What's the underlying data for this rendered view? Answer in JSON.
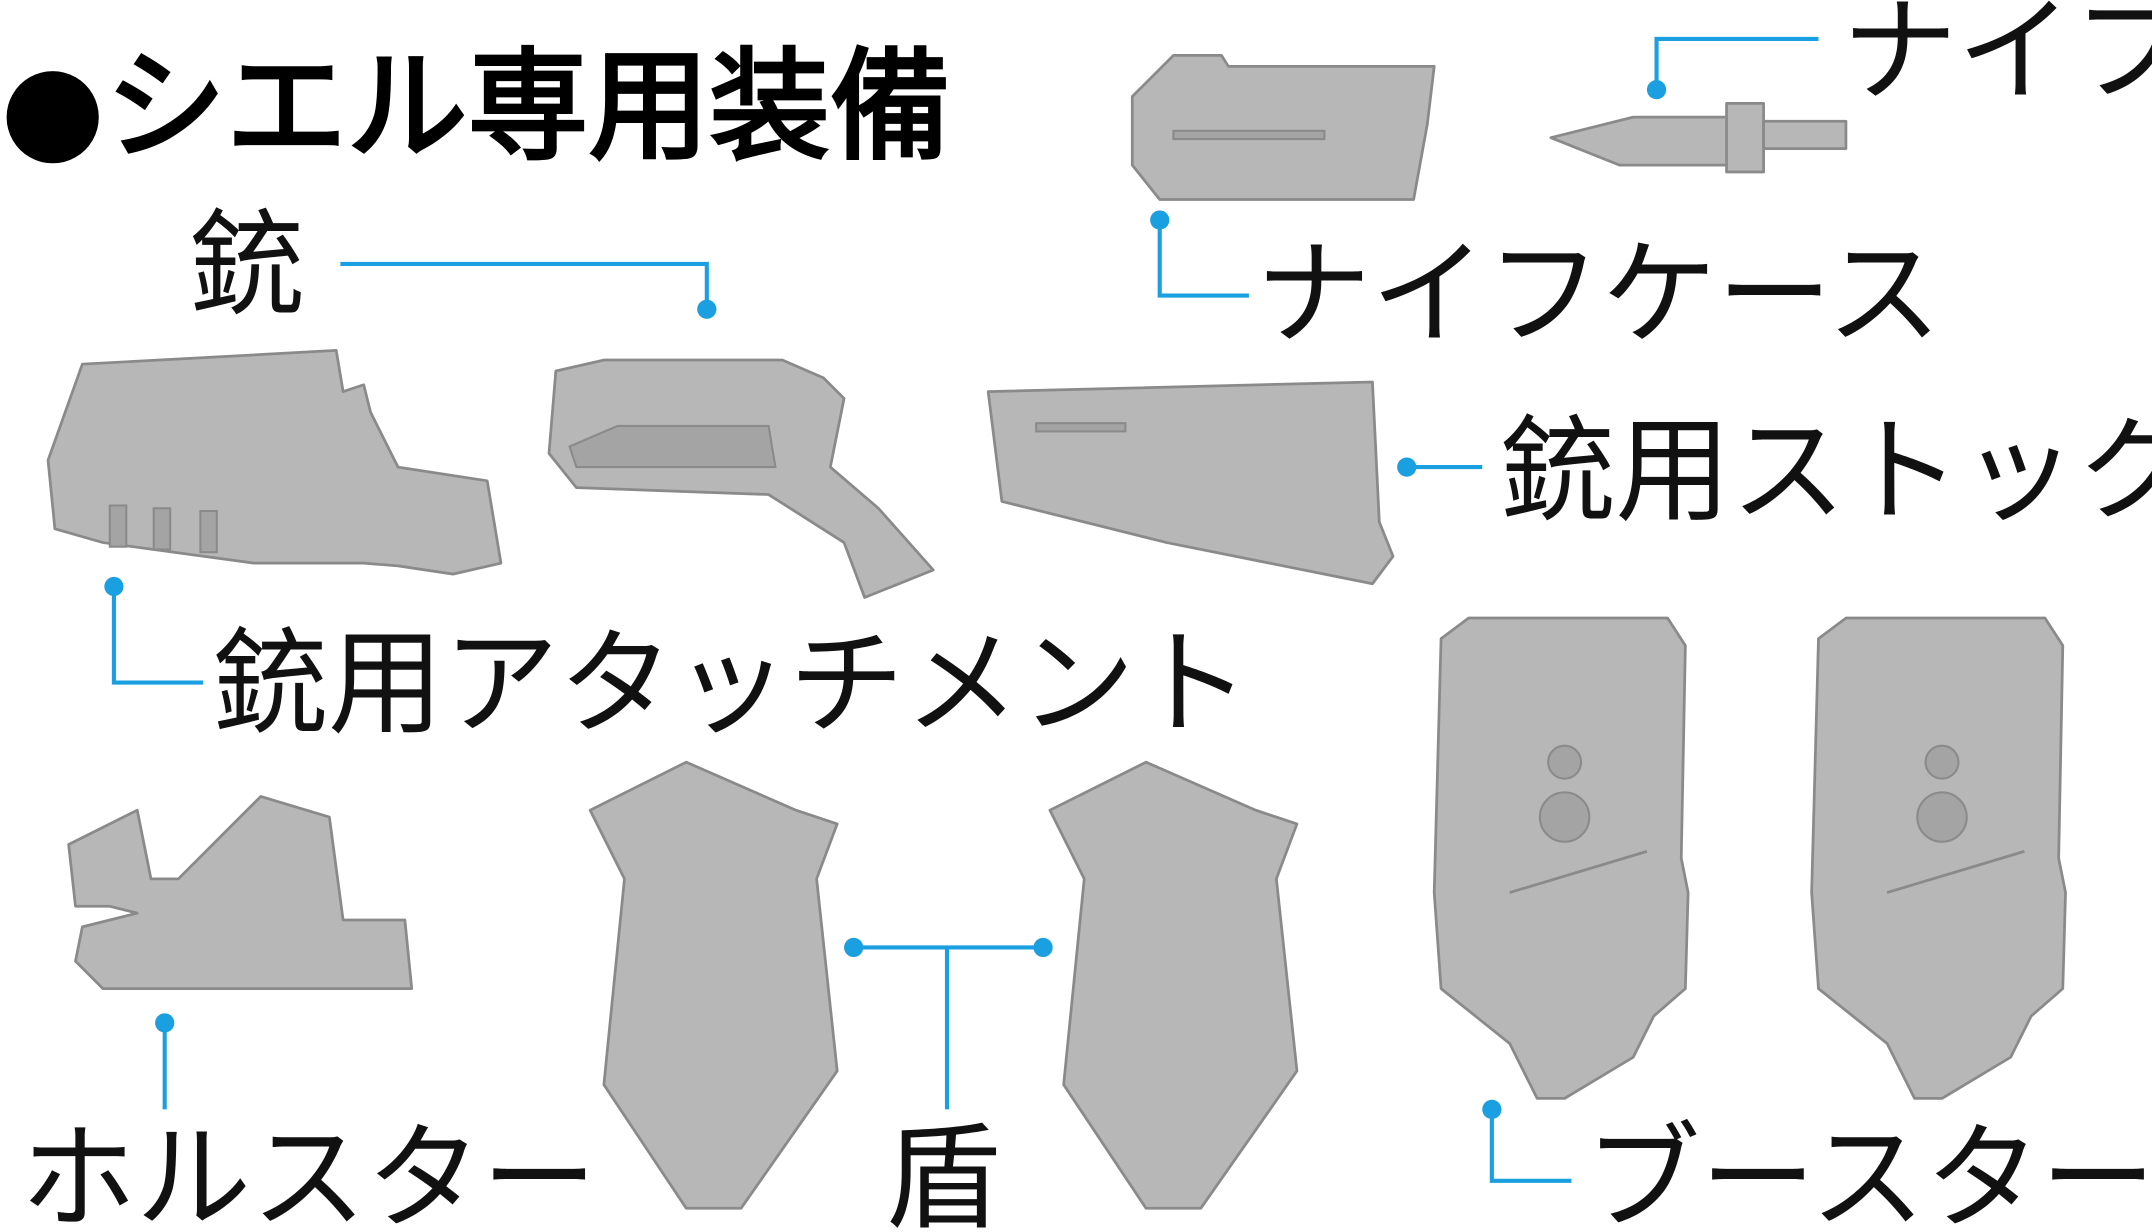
{
  "title": "●シエル専用装備",
  "labels": {
    "knife": "ナイフ",
    "knife_case": "ナイフケース",
    "gun": "銃",
    "gun_stock": "銃用ストック",
    "gun_attachment": "銃用アタッチメント",
    "holster": "ホルスター",
    "shield": "盾",
    "booster": "ブースター"
  },
  "colors": {
    "leader": "#1a9fe0",
    "part": "#b7b7b7"
  }
}
